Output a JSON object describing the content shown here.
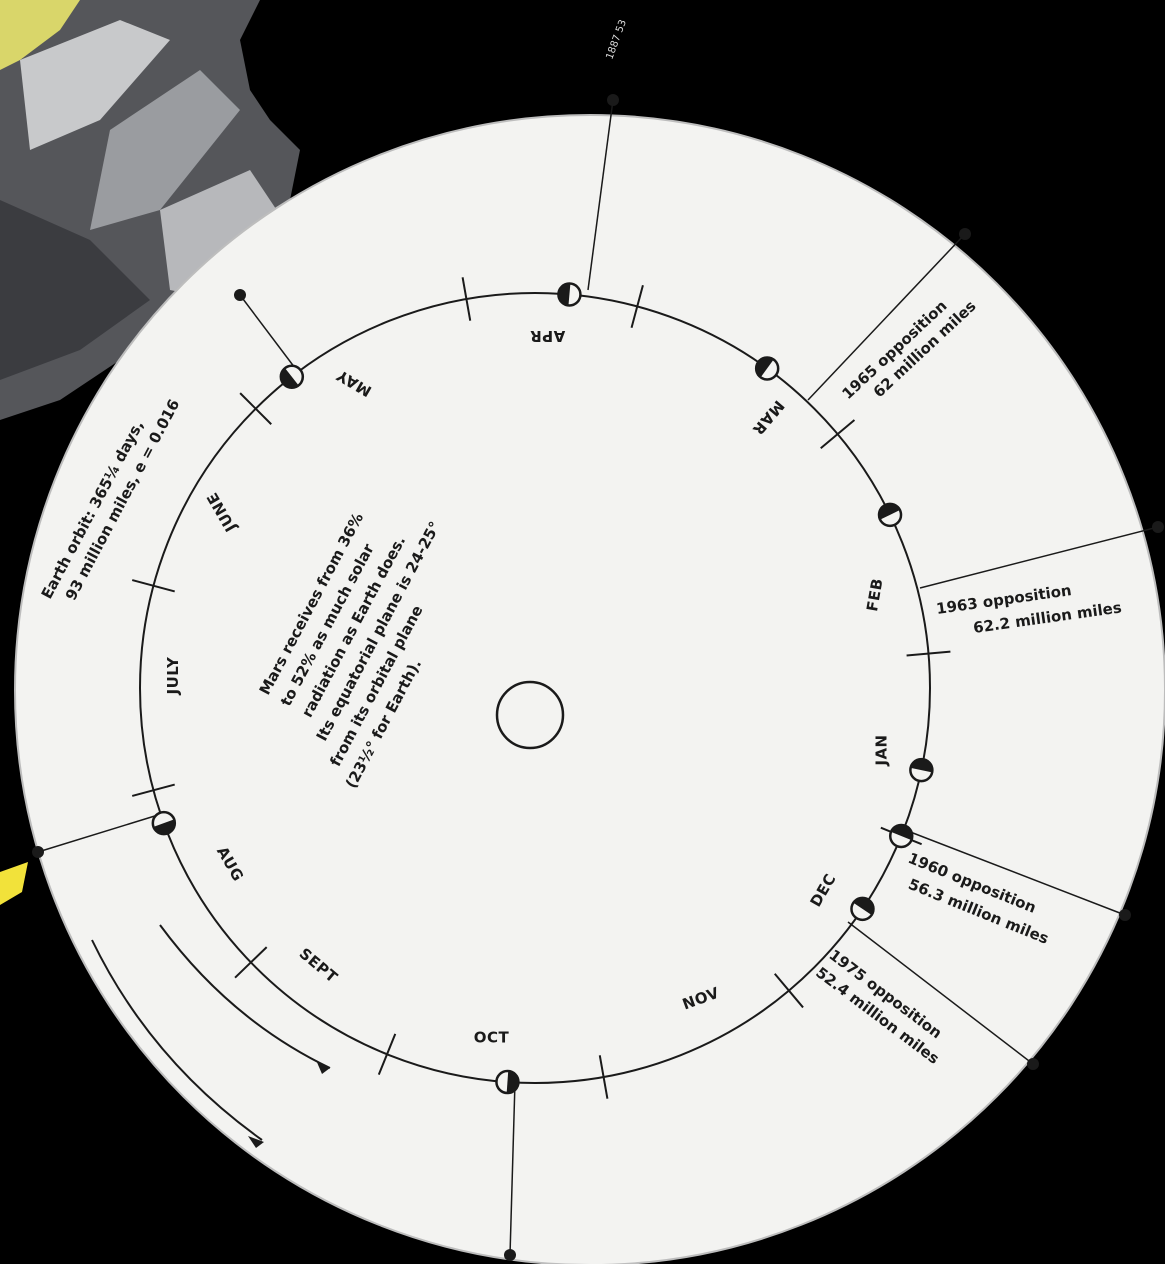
{
  "corner_label": "1887 53",
  "earth_orbit": {
    "line1": "Earth orbit: 365¼ days,",
    "line2": "93 million miles, e = 0.016"
  },
  "note_lines": [
    "Mars receives from 36%",
    "to 52% as much solar",
    "radiation as Earth does.",
    "Its equatorial plane is 24-25°",
    "from its orbital plane",
    "(23½° for Earth)."
  ],
  "months": [
    "JAN",
    "FEB",
    "MAR",
    "APR",
    "MAY",
    "JUNE",
    "JULY",
    "AUG",
    "SEPT",
    "OCT",
    "NOV",
    "DEC"
  ],
  "oppositions": [
    {
      "year_label": "1965 opposition",
      "distance_label": "62 million miles"
    },
    {
      "year_label": "1963 opposition",
      "distance_label": "62.2 million miles"
    },
    {
      "year_label": "1960 opposition",
      "distance_label": "56.3 million miles"
    },
    {
      "year_label": "1975 opposition",
      "distance_label": "52.4 million miles"
    }
  ],
  "colors": {
    "background": "#000000",
    "disk": "#f3f3f1",
    "ink": "#1a1a1a",
    "accent": "#f2e23a"
  }
}
